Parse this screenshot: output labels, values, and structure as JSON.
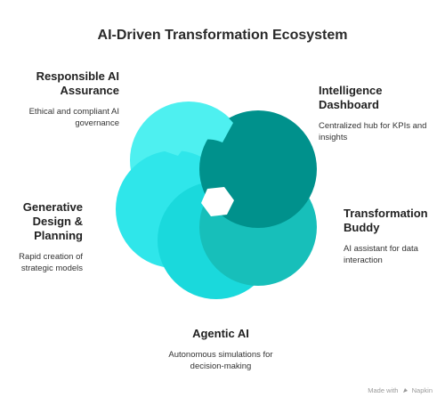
{
  "title": "AI-Driven Transformation Ecosystem",
  "items": [
    {
      "id": "responsible",
      "title": "Responsible AI Assurance",
      "description": "Ethical and compliant AI governance",
      "color": "#4ef0f0"
    },
    {
      "id": "intelligence",
      "title": "Intelligence Dashboard",
      "description": "Centralized hub for KPIs and insights",
      "color": "#00918c"
    },
    {
      "id": "transformation",
      "title": "Transformation Buddy",
      "description": "AI assistant for data interaction",
      "color": "#17bfba"
    },
    {
      "id": "agentic",
      "title": "Agentic AI",
      "description": "Autonomous simulations for decision-making",
      "color": "#1ad9dc"
    },
    {
      "id": "generative",
      "title": "Generative Design & Planning",
      "description": "Rapid creation of strategic models",
      "color": "#2fe6ea"
    }
  ],
  "credit": {
    "prefix": "Made with",
    "brand": "Napkin"
  }
}
